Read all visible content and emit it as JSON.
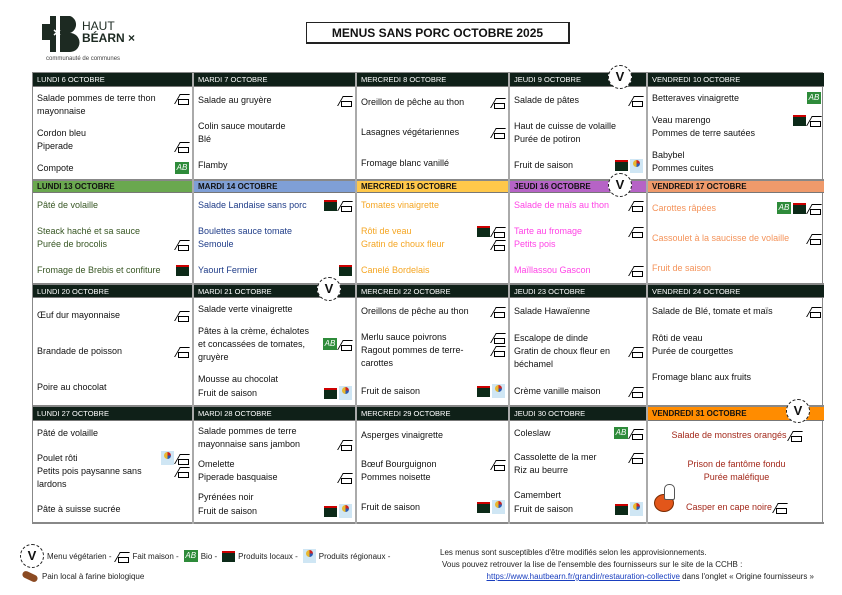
{
  "logo": {
    "line1": "HAUT",
    "line2": "BÉARN",
    "sub": "communauté de communes"
  },
  "title": "MENUS SANS PORC OCTOBRE 2025",
  "weeks": [
    {
      "days": [
        {
          "label": "LUNDI 6 OCTOBRE",
          "groups": [
            [
              {
                "t": "Salade pommes de terre thon",
                "i": [
                  "house"
                ]
              },
              {
                "t": "mayonnaise",
                "i": []
              }
            ],
            [
              {
                "t": "Cordon bleu",
                "i": []
              },
              {
                "t": "Piperade",
                "i": [
                  "house"
                ]
              }
            ],
            [
              {
                "t": "Compote",
                "i": [
                  "ab"
                ]
              }
            ]
          ]
        },
        {
          "label": "MARDI 7 OCTOBRE",
          "groups": [
            [
              {
                "t": "Salade au gruyère",
                "i": [
                  "house"
                ]
              }
            ],
            [
              {
                "t": "Colin sauce moutarde",
                "i": []
              },
              {
                "t": "Blé",
                "i": []
              }
            ],
            [
              {
                "t": "Flamby",
                "i": []
              }
            ]
          ]
        },
        {
          "label": "MERCREDI 8 OCTOBRE",
          "groups": [
            [
              {
                "t": "Oreillon de pêche au thon",
                "i": [
                  "house"
                ]
              }
            ],
            [
              {
                "t": "Lasagnes végétariennes",
                "i": [
                  "house"
                ]
              }
            ],
            [
              {
                "t": "Fromage blanc vanillé",
                "i": []
              }
            ]
          ]
        },
        {
          "label": "JEUDI 9 OCTOBRE",
          "veg": true,
          "groups": [
            [
              {
                "t": "Salade de pâtes",
                "i": [
                  "house"
                ]
              }
            ],
            [
              {
                "t": "Haut de cuisse de volaille",
                "i": []
              },
              {
                "t": "Purée de potiron",
                "i": []
              }
            ],
            [
              {
                "t": "Fruit de saison",
                "i": [
                  "local",
                  "regional"
                ]
              }
            ]
          ]
        },
        {
          "label": "VENDREDI 10 OCTOBRE",
          "groups": [
            [
              {
                "t": "Betteraves vinaigrette",
                "i": [
                  "ab"
                ]
              }
            ],
            [
              {
                "t": "Veau marengo",
                "i": [
                  "local",
                  "house"
                ]
              },
              {
                "t": "Pommes de terre sautées",
                "i": []
              }
            ],
            [
              {
                "t": "Babybel",
                "i": []
              },
              {
                "t": "Pommes cuites",
                "i": []
              }
            ]
          ]
        }
      ]
    },
    {
      "days": [
        {
          "label": "LUNDI 13 OCTOBRE",
          "bg": "#6aa84f",
          "fg": "#375623",
          "groups": [
            [
              {
                "t": "Pâté de volaille",
                "i": []
              }
            ],
            [
              {
                "t": "Steack haché et sa sauce",
                "i": []
              },
              {
                "t": "Purée de brocolis",
                "i": [
                  "house"
                ]
              }
            ],
            [
              {
                "t": "Fromage de Brebis et confiture",
                "i": [
                  "local"
                ]
              }
            ]
          ]
        },
        {
          "label": "MARDI 14 OCTOBRE",
          "bg": "#7f9fd6",
          "fg": "#1f3c88",
          "groups": [
            [
              {
                "t": "Salade Landaise sans porc",
                "i": [
                  "local",
                  "house"
                ]
              }
            ],
            [
              {
                "t": "Boulettes sauce tomate",
                "i": []
              },
              {
                "t": "Semoule",
                "i": []
              }
            ],
            [
              {
                "t": "Yaourt Fermier",
                "i": [
                  "local"
                ]
              }
            ]
          ]
        },
        {
          "label": "MERCREDI 15 OCTOBRE",
          "bg": "#ffc84a",
          "fg": "#f5a623",
          "groups": [
            [
              {
                "t": "Tomates vinaigrette",
                "i": []
              }
            ],
            [
              {
                "t": "Rôti de veau",
                "i": [
                  "local",
                  "house"
                ]
              },
              {
                "t": "Gratin de choux fleur",
                "i": [
                  "house"
                ]
              }
            ],
            [
              {
                "t": "Canelé Bordelais",
                "i": []
              }
            ]
          ]
        },
        {
          "label": "JEUDI 16 OCTOBRE",
          "bg": "#b663c6",
          "fg": "#ff44e6",
          "veg": true,
          "groups": [
            [
              {
                "t": "Salade de maïs au thon",
                "i": [
                  "house"
                ]
              }
            ],
            [
              {
                "t": "Tarte au fromage",
                "i": [
                  "house"
                ]
              },
              {
                "t": "Petits pois",
                "i": []
              }
            ],
            [
              {
                "t": "Maïllassou Gascon",
                "i": [
                  "house"
                ]
              }
            ]
          ]
        },
        {
          "label": "VENDREDI 17 OCTOBRE",
          "bg": "#ef9a6b",
          "fg": "#f4935a",
          "groups": [
            [
              {
                "t": "Carottes râpées",
                "i": [
                  "ab",
                  "local",
                  "house"
                ]
              }
            ],
            [
              {
                "t": "Cassoulet à la saucisse de volaille",
                "i": [
                  "house"
                ]
              }
            ],
            [
              {
                "t": "Fruit de saison",
                "i": []
              }
            ]
          ]
        }
      ]
    },
    {
      "days": [
        {
          "label": "LUNDI 20 OCTOBRE",
          "groups": [
            [
              {
                "t": "Œuf dur mayonnaise",
                "i": [
                  "house"
                ]
              }
            ],
            [
              {
                "t": "Brandade de poisson",
                "i": [
                  "house"
                ]
              }
            ],
            [
              {
                "t": "Poire au chocolat",
                "i": []
              }
            ]
          ]
        },
        {
          "label": "MARDI 21 OCTOBRE",
          "veg": true,
          "groups": [
            [
              {
                "t": "Salade verte vinaigrette",
                "i": []
              }
            ],
            [
              {
                "t": "Pâtes à la crème, échalotes",
                "i": []
              },
              {
                "t": " et concassées de tomates,",
                "i": [
                  "ab",
                  "house"
                ]
              },
              {
                "t": "gruyère",
                "i": []
              }
            ],
            [
              {
                "t": "Mousse au chocolat",
                "i": []
              },
              {
                "t": "Fruit de saison",
                "i": [
                  "local",
                  "regional"
                ]
              }
            ]
          ]
        },
        {
          "label": "MERCREDI 22 OCTOBRE",
          "groups": [
            [
              {
                "t": "Oreillons de pêche au thon",
                "i": [
                  "house"
                ]
              }
            ],
            [
              {
                "t": "Merlu sauce poivrons",
                "i": [
                  "house"
                ]
              },
              {
                "t": "Ragout pommes de terre-",
                "i": [
                  "house"
                ]
              },
              {
                "t": "carottes",
                "i": []
              }
            ],
            [
              {
                "t": "Fruit de saison",
                "i": [
                  "local",
                  "regional"
                ]
              }
            ]
          ]
        },
        {
          "label": "JEUDI 23 OCTOBRE",
          "groups": [
            [
              {
                "t": "Salade Hawaïenne",
                "i": []
              }
            ],
            [
              {
                "t": "Escalope de dinde",
                "i": []
              },
              {
                "t": "Gratin de choux fleur en",
                "i": [
                  "house"
                ]
              },
              {
                "t": "béchamel",
                "i": []
              }
            ],
            [
              {
                "t": "Crème vanille maison",
                "i": [
                  "house"
                ]
              }
            ]
          ]
        },
        {
          "label": "VENDREDI 24 OCTOBRE",
          "groups": [
            [
              {
                "t": "Salade de Blé, tomate et maïs",
                "i": [
                  "house"
                ]
              }
            ],
            [
              {
                "t": "Rôti de veau",
                "i": []
              },
              {
                "t": "Purée de courgettes",
                "i": []
              }
            ],
            [
              {
                "t": "Fromage blanc aux fruits",
                "i": []
              }
            ],
            [
              {
                "t": " ",
                "i": []
              }
            ]
          ]
        }
      ]
    },
    {
      "days": [
        {
          "label": "LUNDI 27 OCTOBRE",
          "groups": [
            [
              {
                "t": "Pâté de volaille",
                "i": []
              }
            ],
            [
              {
                "t": "Poulet rôti",
                "i": [
                  "regional",
                  "house"
                ]
              },
              {
                "t": "Petits pois paysanne sans",
                "i": [
                  "house"
                ]
              },
              {
                "t": "lardons",
                "i": []
              }
            ],
            [
              {
                "t": "Pâte à suisse sucrée",
                "i": []
              }
            ]
          ]
        },
        {
          "label": "MARDI 28 OCTOBRE",
          "groups": [
            [
              {
                "t": "Salade pommes de terre",
                "i": []
              },
              {
                "t": "mayonnaise sans jambon",
                "i": [
                  "house"
                ]
              }
            ],
            [
              {
                "t": "Omelette",
                "i": []
              },
              {
                "t": "Piperade basquaise",
                "i": [
                  "house"
                ]
              }
            ],
            [
              {
                "t": "Pyrénées noir",
                "i": []
              },
              {
                "t": "Fruit de saison",
                "i": [
                  "local",
                  "regional"
                ]
              }
            ]
          ]
        },
        {
          "label": "MERCREDI 29 OCTOBRE",
          "groups": [
            [
              {
                "t": "Asperges vinaigrette",
                "i": []
              }
            ],
            [
              {
                "t": "Bœuf Bourguignon",
                "i": [
                  "house"
                ]
              },
              {
                "t": "Pommes noisette",
                "i": []
              }
            ],
            [
              {
                "t": "Fruit de saison",
                "i": [
                  "local",
                  "regional"
                ]
              }
            ]
          ]
        },
        {
          "label": "JEUDI 30 OCTOBRE",
          "groups": [
            [
              {
                "t": "Coleslaw",
                "i": [
                  "ab",
                  "house"
                ]
              }
            ],
            [
              {
                "t": "Cassolette de la mer",
                "i": [
                  "house"
                ]
              },
              {
                "t": "Riz au beurre",
                "i": []
              }
            ],
            [
              {
                "t": "Camembert",
                "i": []
              },
              {
                "t": "Fruit de saison",
                "i": [
                  "local",
                  "regional"
                ]
              }
            ]
          ]
        },
        {
          "label": "VENDREDI 31 OCTOBRE",
          "bg": "#ff8c00",
          "fg": "#a3281a",
          "veg": true,
          "center": true,
          "halloween": true,
          "groups": [
            [
              {
                "t": "Salade de monstres orangés",
                "i": [
                  "house"
                ]
              }
            ],
            [
              {
                "t": "Prison de fantôme fondu",
                "i": []
              },
              {
                "t": "Purée maléfique",
                "i": []
              }
            ],
            [
              {
                "t": "Casper en cape noire",
                "i": [
                  "house"
                ]
              }
            ]
          ]
        }
      ]
    }
  ],
  "legend": {
    "veg": "Menu végétarien -",
    "house": "Fait maison -",
    "bio": "Bio -",
    "local": "Produits locaux -",
    "regional": "Produits régionaux -",
    "bread": "Pain local à farine biologique"
  },
  "notes": {
    "line1": "Les menus sont susceptibles d'être modifiés selon les approvisionnements.",
    "line2": "Vous pouvez retrouver la lise de l'ensemble des fournisseurs sur le site de la CCHB :",
    "link": "https://www.hautbearn.fr/grandir/restauration-collective",
    "line3_suffix": " dans l'onglet « Origine fournisseurs »"
  },
  "colors": {
    "dark_header": "#0f2018",
    "ab_green": "#2e8b3a"
  }
}
